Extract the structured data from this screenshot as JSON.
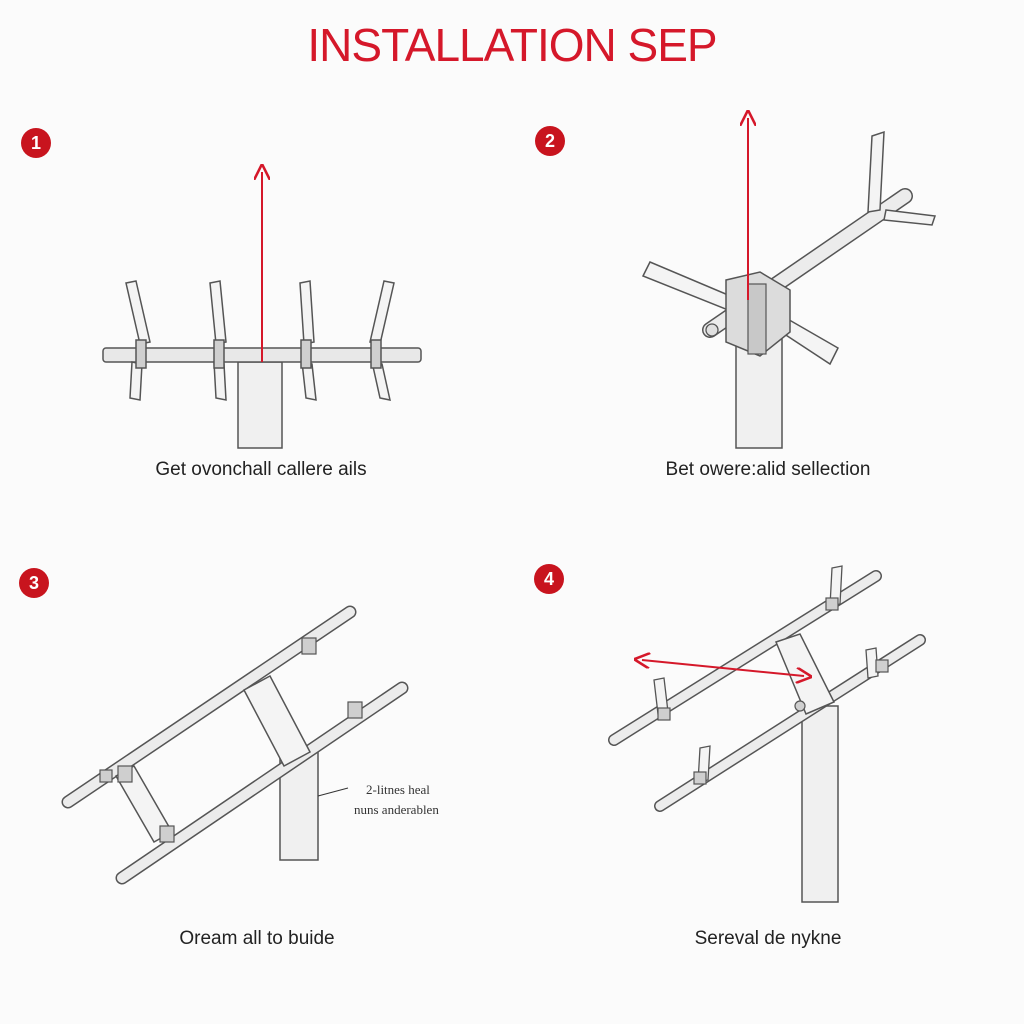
{
  "title": "INSTALLATION SEP",
  "colors": {
    "accent": "#d5182a",
    "badge": "#c8141e",
    "line": "#444444",
    "fill": "#efefef"
  },
  "steps": [
    {
      "number": "1",
      "caption": "Get ovonchall callere ails"
    },
    {
      "number": "2",
      "caption": "Bet owere:alid sellection"
    },
    {
      "number": "3",
      "caption": "Oream all to buide",
      "note_lines": [
        "2-litnes heal",
        "nuns anderablen"
      ]
    },
    {
      "number": "4",
      "caption": "Sereval de nykne"
    }
  ]
}
